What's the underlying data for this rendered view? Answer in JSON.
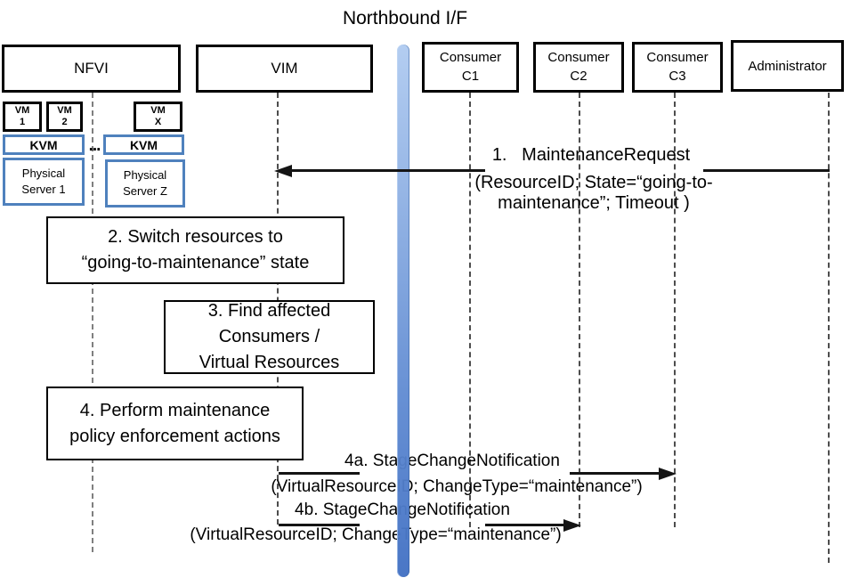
{
  "title": "Northbound I/F",
  "actors": {
    "nfvi": "NFVI",
    "vim": "VIM",
    "c1": "Consumer\nC1",
    "c2": "Consumer\nC2",
    "c3": "Consumer\nC3",
    "admin": "Administrator"
  },
  "nfvi_detail": {
    "vm1": "VM\n1",
    "vm2": "VM\n2",
    "vmx": "VM\nX",
    "kvm1": "KVM",
    "kvm2": "KVM",
    "ellipsis": "...",
    "ps1": "Physical\nServer 1",
    "psz": "Physical\nServer Z"
  },
  "steps": {
    "s2": "2. Switch resources to\n“going-to-maintenance” state",
    "s3": "3. Find affected\nConsumers /\nVirtual Resources",
    "s4": "4. Perform maintenance\npolicy enforcement actions"
  },
  "messages": {
    "m1": {
      "label": "1.   MaintenanceRequest",
      "params": "(ResourceID; State=“going-to-maintenance”; Timeout )",
      "from": "Administrator",
      "to": "VIM"
    },
    "m4a": {
      "label": "4a. StageChangeNotification",
      "params": "(VirtualResourceID; ChangeType=“maintenance”)",
      "from": "VIM",
      "to": "Consumer C3"
    },
    "m4b": {
      "label": "4b. StageChangeNotification",
      "params": "(VirtualResourceID; ChangeType=“maintenance”)",
      "from": "VIM",
      "to": "Consumer C2"
    }
  },
  "colors": {
    "accent_blue_border": "#4F81BD",
    "bar_gradient_top": "#ADC9F0",
    "bar_gradient_bottom": "#4472C4",
    "arrow_black": "#141414",
    "lifeline_gray": "#7F7F7F"
  }
}
